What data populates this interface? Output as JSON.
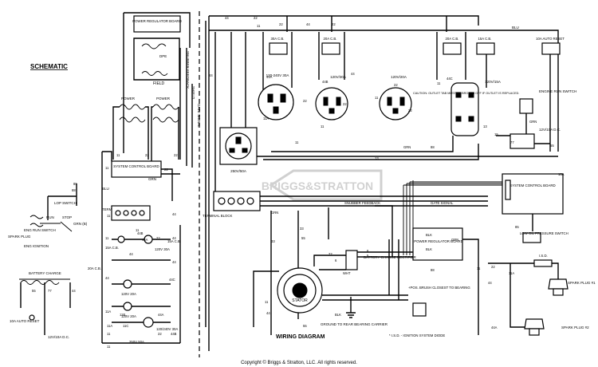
{
  "schematic": {
    "title": "SCHEMATIC",
    "power_regulator_board": "POWER REGULATOR BOARD",
    "dpe": "DPE",
    "field": "FIELD",
    "power_left": "POWER",
    "power_right": "POWER",
    "snubber_vertical": "SNUBBER FEEDBACK",
    "shield_vertical": "SHIELD",
    "gate_signal_vertical": "GATE SIGNAL",
    "system_control_board": "SYSTEM CONTROL BOARD",
    "blu": "BLU",
    "grn": "GRN",
    "lop_switch": "LOP SWITCH",
    "run": "RUN",
    "stop": "STOP",
    "eng_run_switch": "ENG RUN SWITCH",
    "spark_plug": "SPARK PLUG",
    "eng_ignition": "ENG IGNITION",
    "grn_b": "GRN (B)",
    "terminal_block": "TERMINAL BLOCK",
    "battery_charge": "BATTERY CHARGE",
    "auto_reset": "10A AUTO RESET",
    "dc_label": "12V/10A D.C.",
    "cb_15a": "15A C.B.",
    "cb_20a": "20A C.B.",
    "cb_15a_b": "15A C.B.",
    "rec_120v_30a": "120V 30A",
    "rec_120v_20a_1": "120V 20A",
    "rec_120v_20a_2": "120V 20A",
    "rec_120_240v": "120/240V 30A",
    "cb_250v_50a": "250V 50A",
    "wire_numbers": [
      "11",
      "22",
      "22",
      "11",
      "22",
      "11",
      "44",
      "44",
      "55",
      "77",
      "44",
      "11A",
      "11",
      "44",
      "88",
      "85",
      "11",
      "44",
      "44",
      "11A",
      "44C",
      "44B",
      "44A",
      "11",
      "22",
      "11C",
      "11B",
      "44A",
      "22",
      "44B",
      "11"
    ]
  },
  "wiring": {
    "title": "WIRING DIAGRAM",
    "cb_30a": "30A C.B.",
    "cb_20a_1": "20A C.B.",
    "cb_20a_2": "20A C.B.",
    "cb_15a": "15A C.B.",
    "auto_reset": "10A AUTO RESET",
    "blu": "BLU",
    "rec_120_240": "120-240V 30A",
    "rec_120_30": "120V/30A",
    "rec_120_20": "120V/20A",
    "rec_120_15": "120V/15A",
    "caution": "CAUTION: OUTLET TAB MUST BE BROKEN OFF IF OUTLET IS REPLACED.",
    "engine_run_switch": "ENGINE RUN SWITCH",
    "dc": "12V/10A D.C.",
    "rec_250_50": "250V/50A",
    "terminal_block": "TERMINAL BLOCK",
    "snubber_feedback": "SNUBBER FEEDBACK",
    "gate_signal": "GATE SIGNAL",
    "system_control_board": "SYSTEM CONTROL BOARD",
    "low_oil": "LOW OIL PRESSURE SWITCH",
    "power_regulator_board": "POWER REGULATOR BOARD",
    "battery_charge_rectifier": "BATTERY CHARGE RECTIFIER",
    "stator": "STATOR",
    "brush_note": "+POS. BRUSH CLOSEST TO BEARING",
    "ground_note": "GROUND TO REAR BEARING CARRIER",
    "isd": "I.S.D.",
    "isd_note": "* I.S.D. - IGNITION SYSTEM DIODE",
    "spark_plug_1": "SPARK PLUG #1",
    "spark_plug_2": "SPARK PLUG #2",
    "grn": "GRN",
    "blk": "BLK",
    "wht": "WHT",
    "wire_numbers": [
      "44",
      "22",
      "11",
      "44",
      "22",
      "44",
      "22",
      "44A",
      "11A",
      "22",
      "11",
      "44B",
      "11",
      "22",
      "44",
      "11",
      "22",
      "44C",
      "11",
      "22",
      "33",
      "55",
      "88",
      "77",
      "55",
      "10A",
      "13",
      "15",
      "85",
      "13",
      "6",
      "5",
      "6",
      "55",
      "11",
      "44",
      "33",
      "22",
      "88",
      "11",
      "44",
      "22",
      "11A",
      "44A"
    ]
  },
  "footer": {
    "copyright": "Copyright © Briggs & Stratton, LLC. All rights reserved."
  },
  "watermark": "BRIGGS&STRATTON"
}
